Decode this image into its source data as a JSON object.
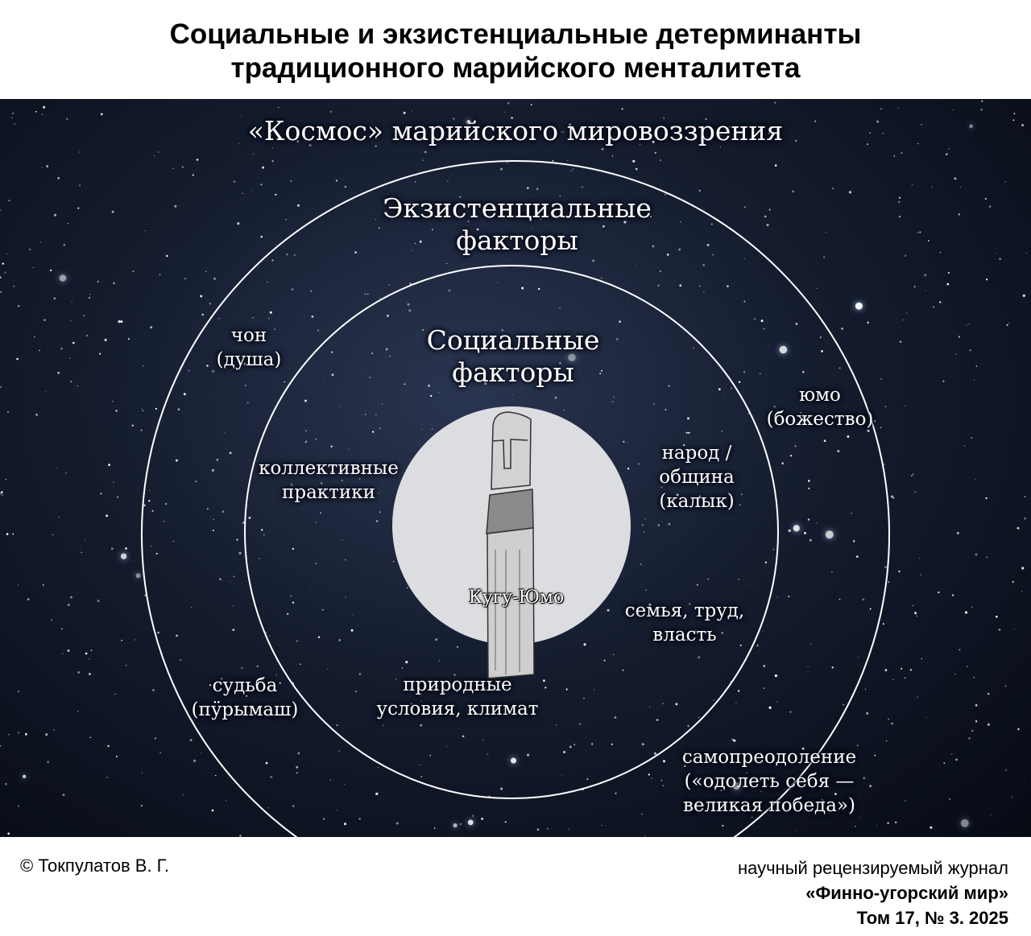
{
  "title_line1": "Социальные и экзистенциальные детерминанты",
  "title_line2": "традиционного марийского менталитета",
  "diagram": {
    "heading": "«Космос» марийского мировоззрения",
    "outer_ring": {
      "label_line1": "Экзистенциальные",
      "label_line2": "факторы"
    },
    "inner_ring": {
      "label_line1": "Социальные",
      "label_line2": "факторы"
    },
    "center": {
      "label": "Кугу-Юмо",
      "image": "wooden-idol-figure"
    },
    "existential_items": [
      {
        "l1": "чон",
        "l2": "(душа)"
      },
      {
        "l1": "юмо",
        "l2": "(божество)"
      },
      {
        "l1": "судьба",
        "l2": "(пӱрымаш)"
      },
      {
        "l1": "самопреодоление",
        "l2": "(«одолеть себя —",
        "l3": "великая победа»)"
      }
    ],
    "social_items": [
      {
        "l1": "коллективные",
        "l2": "практики"
      },
      {
        "l1": "народ /",
        "l2": "община",
        "l3": "(калык)"
      },
      {
        "l1": "семья, труд,",
        "l2": "власть"
      },
      {
        "l1": "природные",
        "l2": "условия, климат"
      }
    ]
  },
  "footer": {
    "copyright": "© Токпулатов В. Г.",
    "journal_type": "научный рецензируемый журнал",
    "journal_name": "«Финно-угорский мир»",
    "issue": "Том 17, № 3. 2025"
  }
}
